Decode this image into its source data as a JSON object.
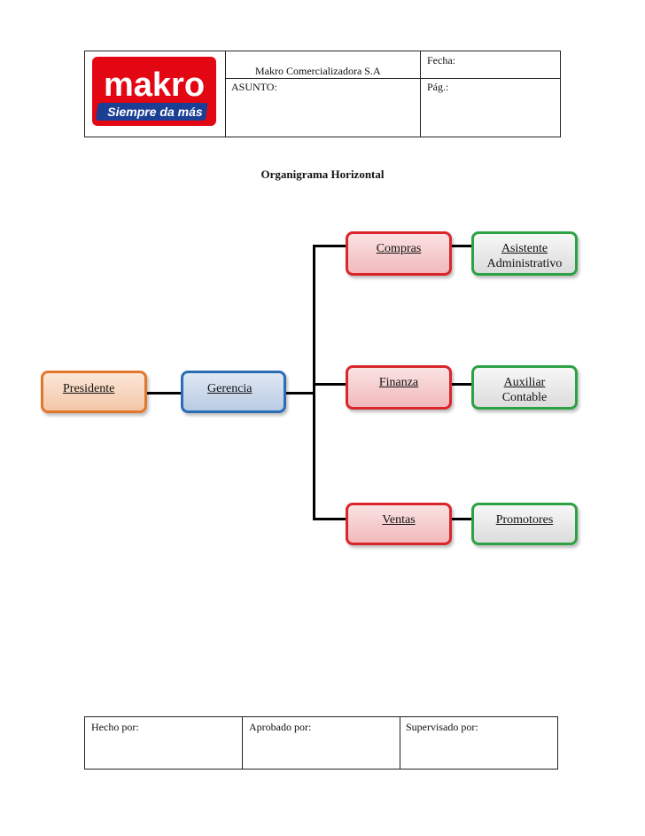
{
  "header": {
    "logo": {
      "brand": "makro",
      "slogan": "Siempre da más"
    },
    "company": "Makro Comercializadora S.A",
    "asunto_label": "ASUNTO:",
    "fecha_label": "Fecha:",
    "pag_label": "Pág.:"
  },
  "title": "Organigrama Horizontal",
  "org": {
    "president": "Presidente",
    "management": "Gerencia",
    "departments": [
      {
        "name": "Compras",
        "sub": [
          "Asistente",
          "Administrativo"
        ]
      },
      {
        "name": "Finanza",
        "sub": [
          "Auxiliar",
          "Contable"
        ]
      },
      {
        "name": "Ventas",
        "sub": [
          "Promotores"
        ]
      }
    ]
  },
  "footer": {
    "made_by": "Hecho por:",
    "approved_by": "Aprobado por:",
    "supervised_by": "Supervisado por:"
  },
  "colors": {
    "president": "#e2762a",
    "management": "#2b6cb5",
    "departments": "#d9262b",
    "subunits": "#2da244",
    "logo_red": "#e30613",
    "logo_blue": "#1b3f95"
  }
}
